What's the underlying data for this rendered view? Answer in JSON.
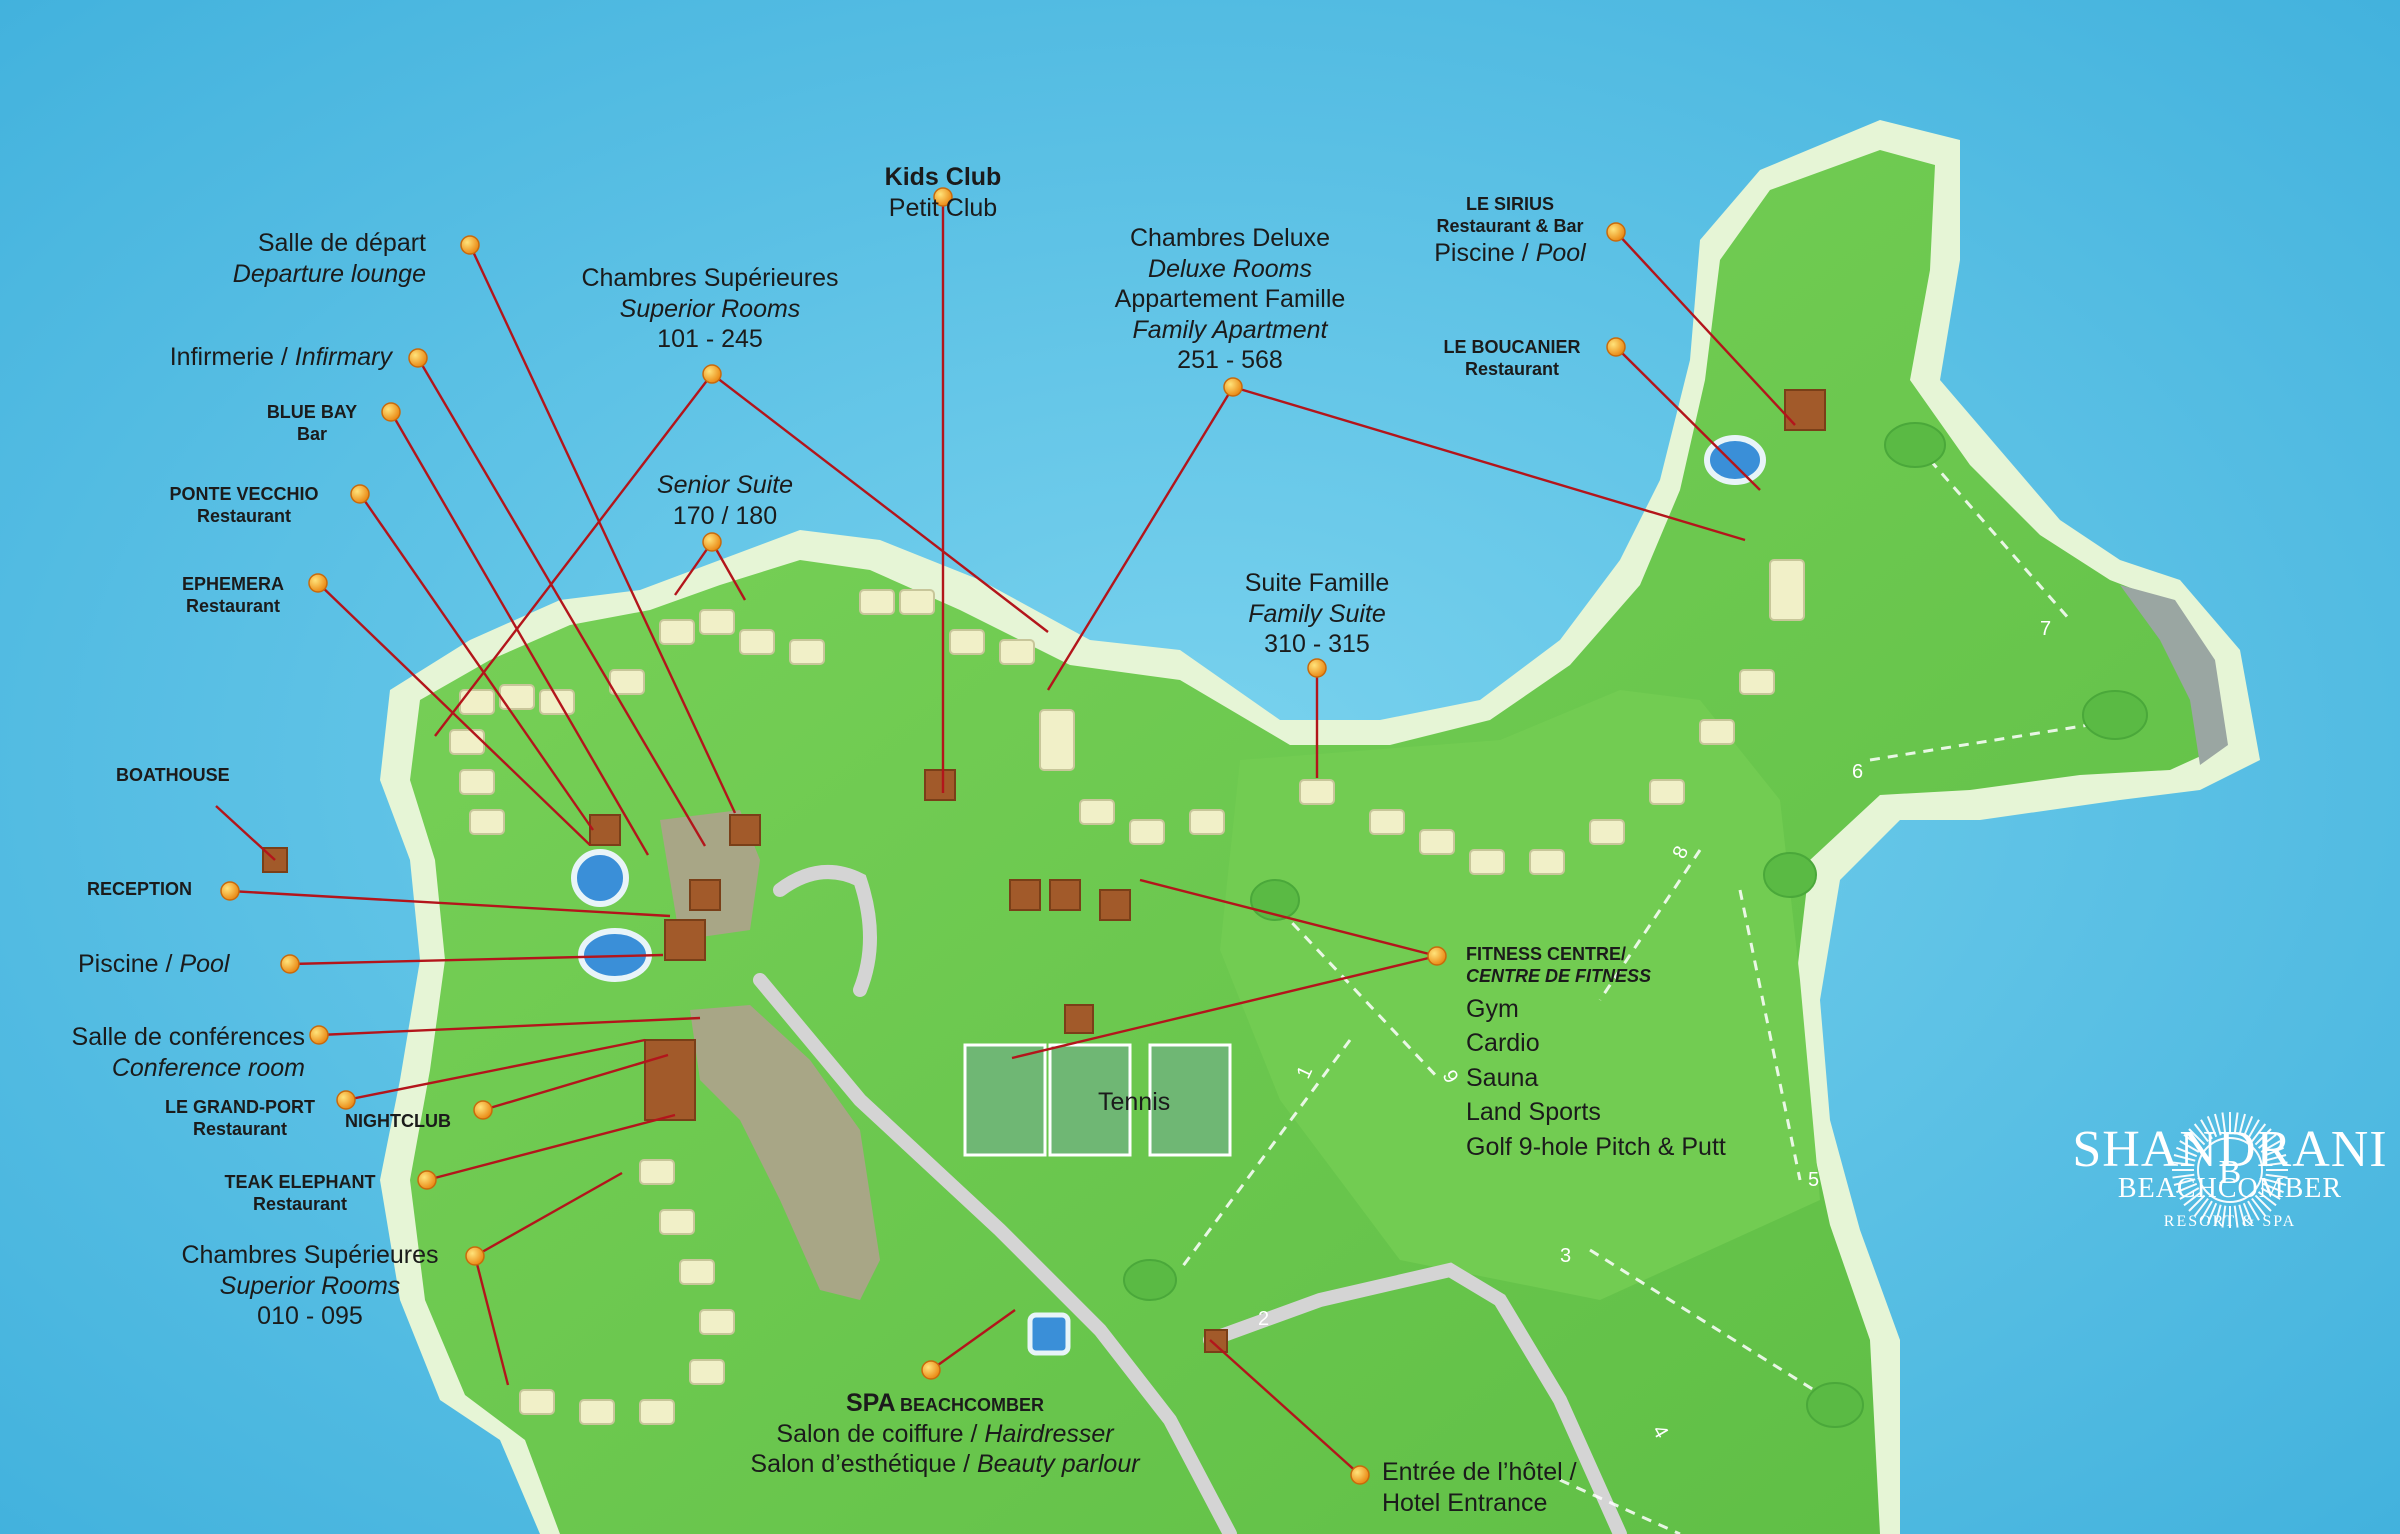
{
  "colors": {
    "sea": "#5cc6e6",
    "land": "#6ac94e",
    "beach": "#e8f6da",
    "leader": "#b3151b",
    "pin": "#f19a1c",
    "text": "#1b1b1b",
    "brand": "#ffffff"
  },
  "labels": {
    "kids_club": {
      "title": "Kids Club",
      "sub": "Petit Club"
    },
    "departure": {
      "fr": "Salle de départ",
      "en": "Departure lounge"
    },
    "superior_north": {
      "fr": "Chambres Supérieures",
      "en": "Superior Rooms",
      "nums": "101 - 245"
    },
    "deluxe": {
      "fr": "Chambres Deluxe",
      "en": "Deluxe Rooms",
      "fr2": "Appartement Famille",
      "en2": "Family Apartment",
      "nums": "251 - 568"
    },
    "sirius": {
      "title": "LE SIRIUS",
      "sub": "Restaurant & Bar",
      "pool_fr": "Piscine / ",
      "pool_en": "Pool"
    },
    "boucanier": {
      "title": "LE BOUCANIER",
      "sub": "Restaurant"
    },
    "infirmary": {
      "fr": "Infirmerie / ",
      "en": "Infirmary"
    },
    "blue_bay": {
      "title": "BLUE BAY",
      "sub": "Bar"
    },
    "ponte_vecchio": {
      "title": "PONTE VECCHIO",
      "sub": "Restaurant"
    },
    "ephemera": {
      "title": "EPHEMERA",
      "sub": "Restaurant"
    },
    "senior_suite": {
      "en": "Senior Suite",
      "nums": "170 / 180"
    },
    "family_suite": {
      "fr": "Suite Famille",
      "en": "Family Suite",
      "nums": "310 - 315"
    },
    "boathouse": {
      "title": "BOATHOUSE"
    },
    "reception": {
      "title": "RECEPTION"
    },
    "pool": {
      "fr": "Piscine / ",
      "en": "Pool"
    },
    "conference": {
      "fr": "Salle de conférences",
      "en": "Conference room"
    },
    "grand_port": {
      "title": "LE GRAND-PORT",
      "sub": "Restaurant"
    },
    "nightclub": {
      "title": "NIGHTCLUB"
    },
    "teak_elephant": {
      "title": "TEAK ELEPHANT",
      "sub": "Restaurant"
    },
    "superior_south": {
      "fr": "Chambres Supérieures",
      "en": "Superior Rooms",
      "nums": "010 - 095"
    },
    "fitness": {
      "title": "FITNESS CENTRE/",
      "title_fr": "CENTRE DE FITNESS",
      "items": [
        "Gym",
        "Cardio",
        "Sauna",
        "Land Sports",
        "Golf 9-hole Pitch & Putt"
      ]
    },
    "tennis": {
      "title": "Tennis"
    },
    "spa": {
      "title1": "SPA",
      "title2": "BEACHCOMBER",
      "l1_fr": "Salon de coiffure / ",
      "l1_en": "Hairdresser",
      "l2_fr": "Salon d’esthétique / ",
      "l2_en": "Beauty parlour"
    },
    "entrance": {
      "fr": "Entrée de l’hôtel /",
      "en": "Hotel Entrance"
    }
  },
  "golf_holes": [
    "1",
    "2",
    "3",
    "4",
    "5",
    "6",
    "7",
    "8",
    "9"
  ],
  "brand": {
    "name": "SHANDRANI",
    "sub": "BEACHCOMBER",
    "tag": "RESORT & SPA",
    "mark": "B"
  }
}
